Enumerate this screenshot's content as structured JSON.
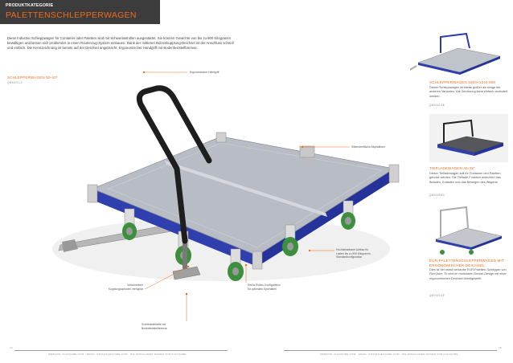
{
  "header": {
    "kicker": "PRODUKTKATEGORIE",
    "title": "PALETTENSCHLEPPERWAGEN"
  },
  "intro": "Diese Industrie-Schleppwagen für Container oder Paletten sind mit Schwerlastrollen ausgestattet. Sie können Gewichte von bis zu 900 Kilogramm bewältigen und lassen sich problemlos in einen Routenzug-System einbauen. Dank der mittleren Bolzenkupplung-Deichsel ist der Anschluss schnell und einfach. Die Kennzeichnung ist bereits auf der Deichsel angebracht. Ergonomischer Handgriff mit Bodenfeststellbremse.",
  "main_product": {
    "name": "SCHLEPPERWAGEN 50-40*",
    "number": "Q 8 0 4 0 1 0"
  },
  "callouts": {
    "handle": "Ergonomischer Handgriff",
    "deck": "Silberoberfläche Aluplattform",
    "coupling": "Verschiedene\nKupplungsoptionen verfügbar",
    "brake": "Schnellkraftwelle mit\nBodenfeststellbremse",
    "wheels": "Sechs Rollen: Konfiguration\nfür optimales Spurhalten",
    "capacity": "Hochbelastbarer Aufbau für\nLasten bis zu 900 Kilogramm,\nStandardkonfiguration"
  },
  "side_products": [
    {
      "name": "SCHLEPPERWAGEN 1600×1240 MM",
      "desc": "Dieser Schleppwagen ist etwas größer als einige der anderen Varianten. Die Zeichnung kann einfach verändert werden.",
      "number": "Q 8 0 4 0 4 8"
    },
    {
      "name": "TIEFLADEWAGEN 45-45\"",
      "desc": "Dieser Tiefladewagen soll für Container und Paletten genutzt werden. Die Tieflade-Funktion erleichtert das Beladen, Entladen und das Bewegen des Wagens.",
      "number": "Q 8 0 4 0 5 0"
    },
    {
      "name": "EUR-PALETTENSCHLEPPERWAGEN MIT ERGONOMISCHER DEICHSEL",
      "desc": "Dies ist der meist verkaufte EUR-Paletten-Schlepper von FlexQube. Er wird im modularen Deckel-Design mit einer ergonomischen Deichsel bereitgestellt.",
      "number": "Q 8 0 4 0 4 9"
    }
  ],
  "footer": {
    "left_page": "24",
    "right_page": "25",
    "left_text": "WEBSITE: FLEXQUBE.COM · EMAIL: INFO@FLEXQUBE.COM · DIE MODULAREN WAGEN VON FLEXQUBE",
    "right_text": "WEBSITE: FLEXQUBE.COM · EMAIL: INFO@FLEXQUBE.COM · DIE MODULAREN WAGEN VON FLEXQUBE"
  },
  "colors": {
    "accent": "#f06a1c",
    "frame_blue": "#2b3aa8",
    "wheel_green": "#3c8f3c",
    "header_bg": "#3c3c3c"
  }
}
